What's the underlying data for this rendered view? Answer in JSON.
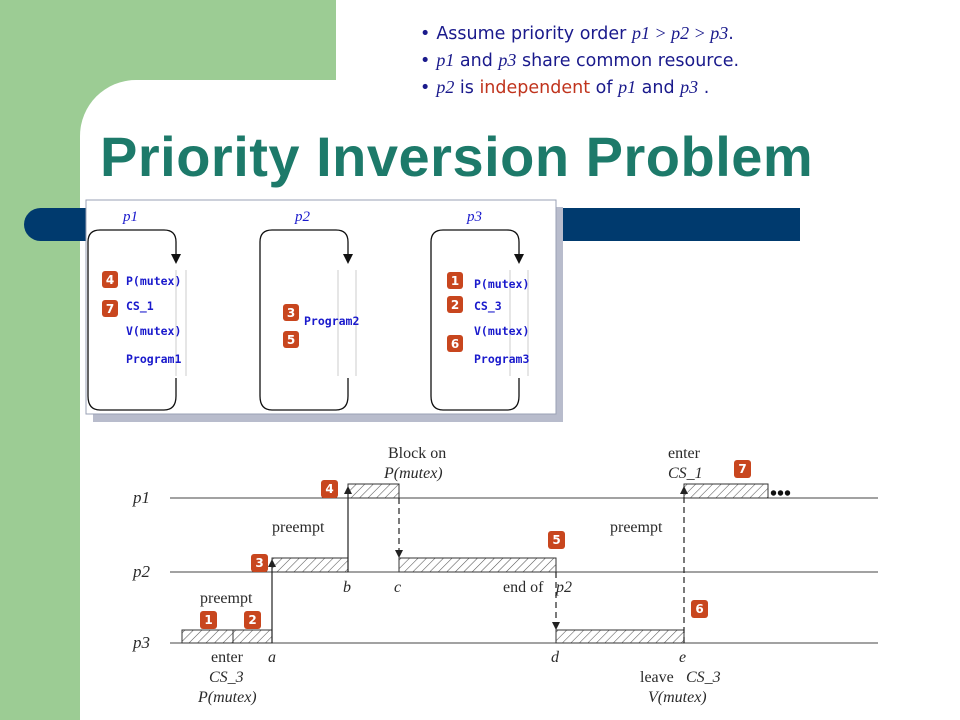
{
  "slide": {
    "title": "Priority Inversion Problem",
    "bullets": [
      {
        "marker": "•",
        "parts": [
          "Assume priority order ",
          "p1 > p2 > p3",
          "."
        ]
      },
      {
        "marker": "•",
        "parts": [
          "p1",
          " and ",
          "p3",
          " share common resource."
        ]
      },
      {
        "marker": "•",
        "parts": [
          "p2",
          " is ",
          "independent",
          " of ",
          "p1",
          " and ",
          "p3",
          " ."
        ]
      }
    ]
  },
  "colors": {
    "green": "#9ccc94",
    "navy": "#003a6e",
    "title": "#1d7a6a",
    "bullet_text": "#1a1a8c",
    "red": "#c0341d",
    "code": "#1a1acc",
    "badge": "#c8461e"
  },
  "programs": {
    "p1": {
      "label": "p1",
      "lines": [
        "P(mutex)",
        "CS_1",
        "V(mutex)",
        "Program1"
      ],
      "badges": [
        "4",
        "7"
      ]
    },
    "p2": {
      "label": "p2",
      "lines": [
        "Program2"
      ],
      "badges": [
        "3",
        "5"
      ]
    },
    "p3": {
      "label": "p3",
      "lines": [
        "P(mutex)",
        "CS_3",
        "V(mutex)",
        "Program3"
      ],
      "badges": [
        "1",
        "2",
        "6"
      ]
    }
  },
  "timeline": {
    "rows": [
      "p1",
      "p2",
      "p3"
    ],
    "annotations": {
      "block_on": "Block on",
      "block_on_call": "P(mutex)",
      "enter_1": "enter",
      "enter_1_cs": "CS_1",
      "preempt": "preempt",
      "end_of": "end of",
      "enter_3": "enter",
      "enter_3_cs": "CS_3",
      "enter_3_call": "P(mutex)",
      "leave": "leave",
      "leave_cs": "CS_3",
      "leave_call": "V(mutex)",
      "ellipsis": "•••"
    },
    "time_labels": [
      "a",
      "b",
      "c",
      "d",
      "e"
    ],
    "badges": [
      "1",
      "2",
      "3",
      "4",
      "5",
      "6",
      "7"
    ]
  }
}
